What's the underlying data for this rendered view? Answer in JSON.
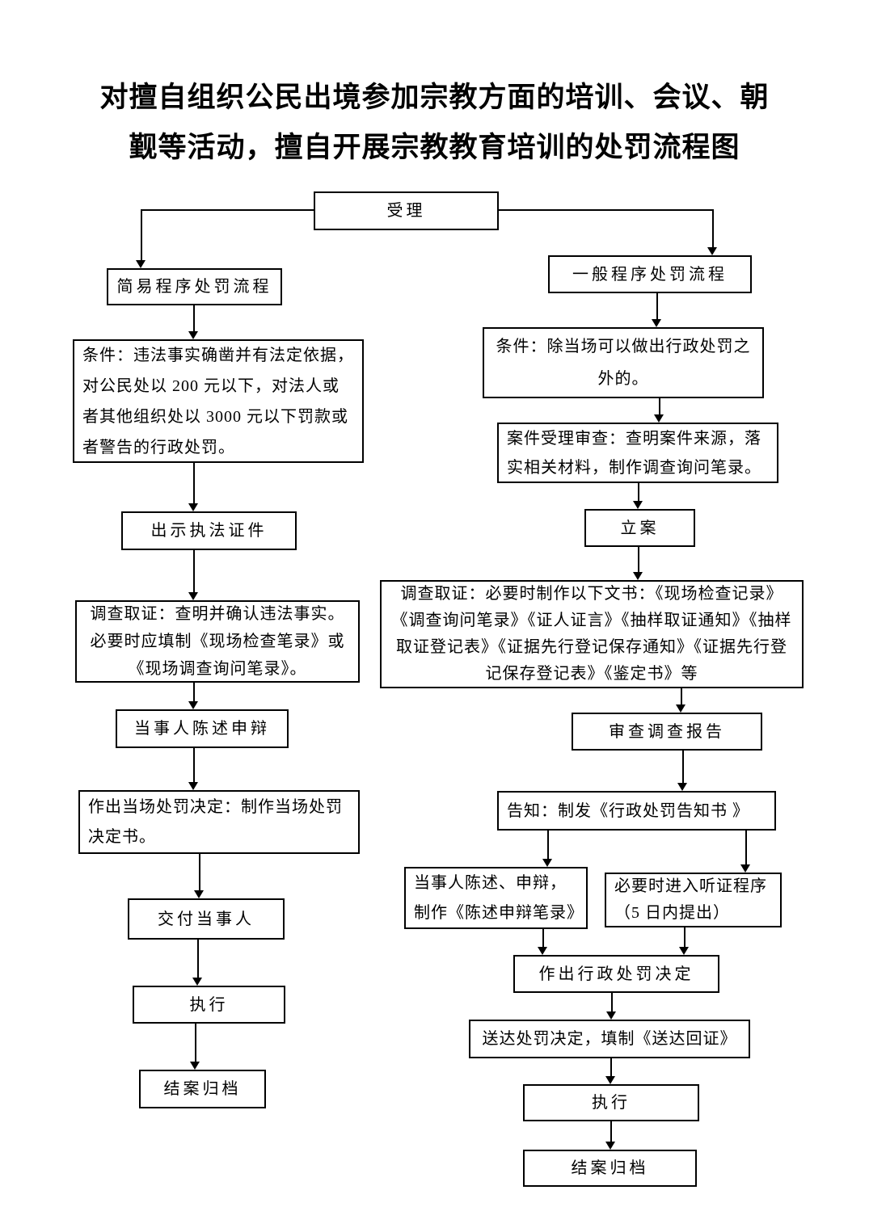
{
  "title": {
    "line1": "对擅自组织公民出境参加宗教方面的培训、会议、朝",
    "line2": "觐等活动，擅自开展宗教教育培训的处罚流程图"
  },
  "colors": {
    "background": "#ffffff",
    "line": "#000000",
    "text": "#000000"
  },
  "nodes": {
    "accept": "受理",
    "simple_header": "简易程序处罚流程",
    "simple_condition": "条件：违法事实确凿并有法定依据，对公民处以 200 元以下，对法人或者其他组织处以 3000 元以下罚款或者警告的行政处罚。",
    "show_credentials": "出示执法证件",
    "simple_investigation": "调查取证：查明并确认违法事实。必要时应填制《现场检查笔录》或《现场调查询问笔录》。",
    "statement_defense": "当事人陈述申辩",
    "onsite_decision": "作出当场处罚决定：制作当场处罚决定书。",
    "deliver_to_party": "交付当事人",
    "simple_execute": "执行",
    "simple_archive": "结案归档",
    "general_header": "一般程序处罚流程",
    "general_condition": "条件：除当场可以做出行政处罚之外的。",
    "case_review": "案件受理审查：查明案件来源，落实相关材料，制作调查询问笔录。",
    "file_case": "立案",
    "general_investigation": "调查取证：必要时制作以下文书：《现场检查记录》《调查询问笔录》《证人证言》《抽样取证通知》《抽样取证登记表》《证据先行登记保存通知》《证据先行登记保存登记表》《鉴定书》等",
    "review_report": "审查调查报告",
    "notify": "告知：制发《行政处罚告知书 》",
    "party_statement": "当事人陈述、申辩，制作《陈述申辩笔录》",
    "hearing": "必要时进入听证程序（5 日内提出）",
    "admin_decision": "作出行政处罚决定",
    "serve_decision": "送达处罚决定，填制《送达回证》",
    "general_execute": "执行",
    "general_archive": "结案归档"
  }
}
